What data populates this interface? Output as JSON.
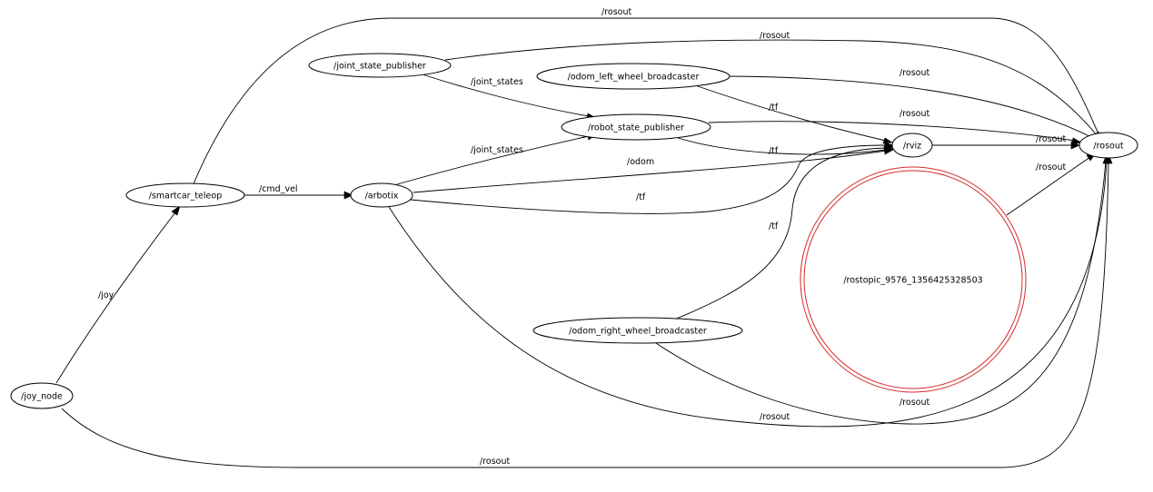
{
  "nodes": {
    "rosout": "/rosout",
    "joint_state_publisher": "/joint_state_publisher",
    "odom_left_wheel_broadcaster": "/odom_left_wheel_broadcaster",
    "robot_state_publisher": "/robot_state_publisher",
    "rviz": "/rviz",
    "smartcar_teleop": "/smartcar_teleop",
    "arbotix": "/arbotix",
    "rostopic": "/rostopic_9576_1356425328503",
    "odom_right_wheel_broadcaster": "/odom_right_wheel_broadcaster",
    "joy_node": "/joy_node"
  },
  "edges": {
    "teleop_rosout": "/rosout",
    "jsp_rosout": "/rosout",
    "left_rosout": "/rosout",
    "jsp_rsp": "/joint_states",
    "left_rviz": "/tf",
    "rsp_rosout": "/rosout",
    "rviz_rosout": "/rosout",
    "rsp_rviz": "/tf",
    "arbotix_rsp": "/joint_states",
    "arbotix_rviz_odom": "/odom",
    "rostopic_rosout": "/rosout",
    "teleop_arbotix": "/cmd_vel",
    "arbotix_rviz_tf": "/tf",
    "right_rviz": "/tf",
    "joy_teleop": "/joy",
    "right_rosout": "/rosout",
    "arbotix_rosout": "/rosout",
    "joy_rosout": "/rosout"
  },
  "colors": {
    "highlight_node": "#d62a2a",
    "default": "#000000"
  }
}
